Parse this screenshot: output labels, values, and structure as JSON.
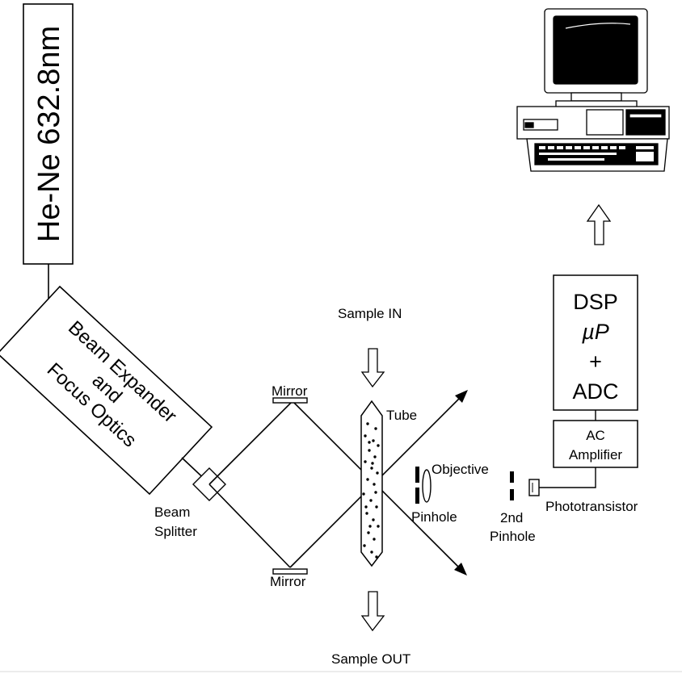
{
  "laser": {
    "label": "He-Ne 632.8nm"
  },
  "beam_expander": {
    "lines": [
      "Beam Expander",
      "and",
      "Focus Optics"
    ]
  },
  "beam_splitter": {
    "line1": "Beam",
    "line2": "Splitter"
  },
  "mirror_top": {
    "label": "Mirror"
  },
  "mirror_bottom": {
    "label": "Mirror"
  },
  "sample_in": {
    "label": "Sample IN"
  },
  "sample_out": {
    "label": "Sample OUT"
  },
  "tube": {
    "label": "Tube"
  },
  "objective": {
    "label": "Objective"
  },
  "pinhole": {
    "label": "Pinhole"
  },
  "second_pinhole": {
    "line1": "2nd",
    "line2": "Pinhole"
  },
  "phototransistor": {
    "label": "Phototransistor"
  },
  "ac_amplifier": {
    "line1": "AC",
    "line2": "Amplifier"
  },
  "dsp_box": {
    "lines": [
      "DSP",
      "µP",
      "+",
      "ADC"
    ]
  },
  "computer": {
    "icon": "computer-icon"
  }
}
